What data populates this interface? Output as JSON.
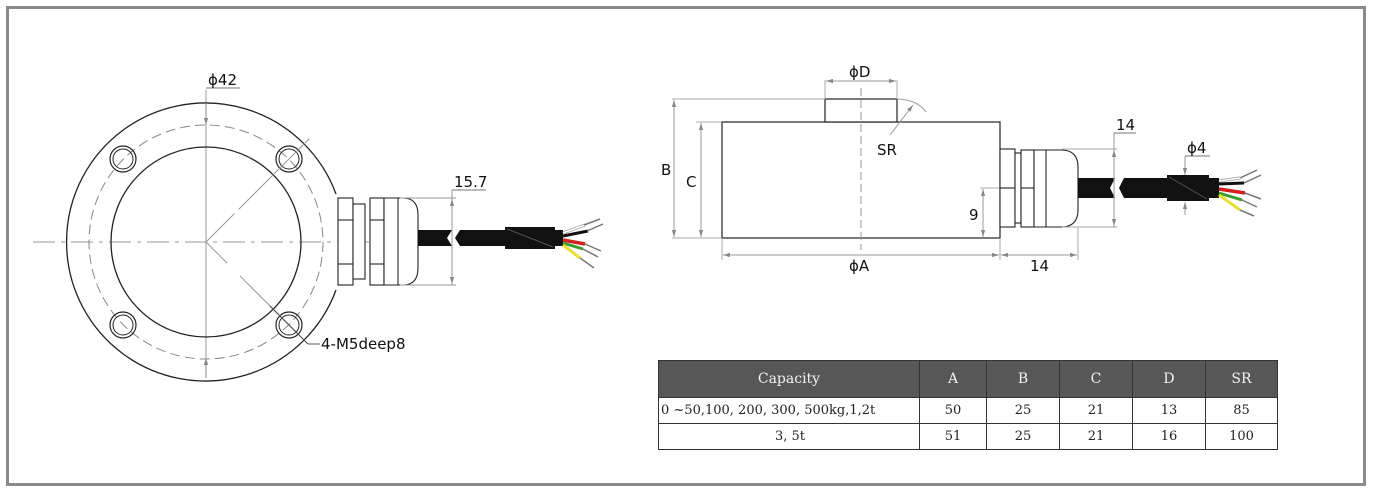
{
  "front_view": {
    "diameter_label": "ϕ42",
    "cable_height_label": "15.7",
    "hole_callout": "4-M5deep8"
  },
  "side_view": {
    "dim_D": "ϕD",
    "dim_SR": "SR",
    "dim_B": "B",
    "dim_C": "C",
    "dim_A": "ϕA",
    "dim_9": "9",
    "dim_gland_len": "14",
    "dim_gland_height": "14",
    "dim_cable_dia": "ϕ4"
  },
  "colors": {
    "frame": "#8a8a8a",
    "table_header_bg": "#575757",
    "wire_red": "#d42020",
    "wire_green": "#3a9a2a",
    "wire_yellow": "#e8e030",
    "wire_white": "#ffffff"
  },
  "spec_table": {
    "headers": [
      "Capacity",
      "A",
      "B",
      "C",
      "D",
      "SR"
    ],
    "rows": [
      [
        "0 ~50,100, 200, 300, 500kg,1,2t",
        "50",
        "25",
        "21",
        "13",
        "85"
      ],
      [
        "3, 5t",
        "51",
        "25",
        "21",
        "16",
        "100"
      ]
    ]
  }
}
